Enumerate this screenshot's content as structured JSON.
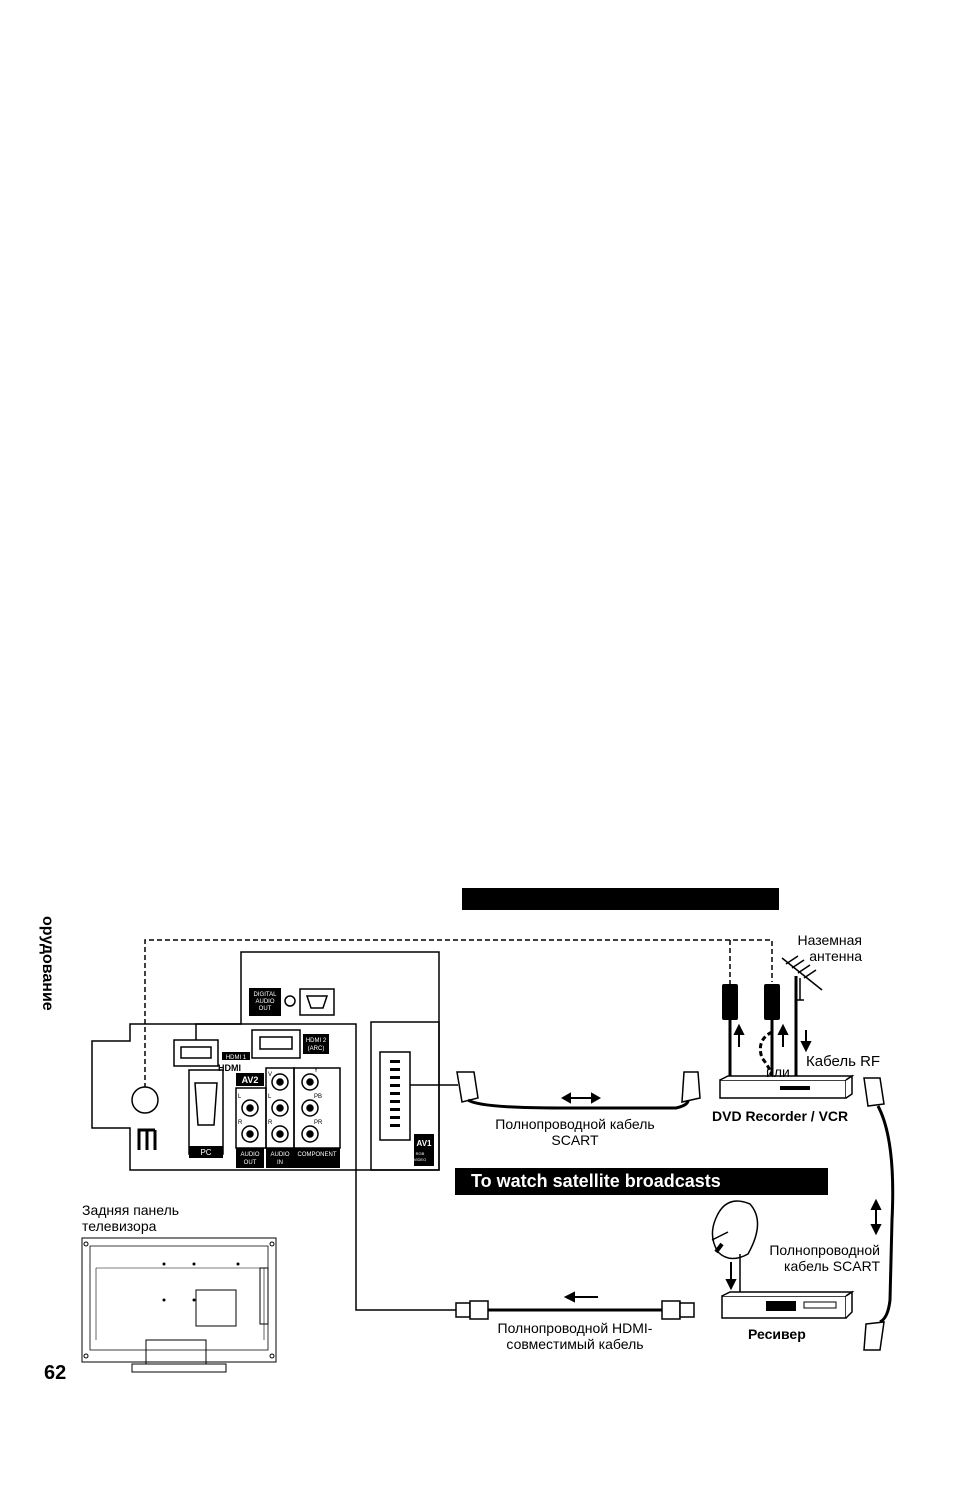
{
  "page": {
    "sidebar_label": "орудование",
    "page_number": "62"
  },
  "sections": {
    "satellite_title": "To watch satellite broadcasts"
  },
  "labels": {
    "antenna": [
      "Наземная",
      "антенна"
    ],
    "rf_cable": "Кабель RF",
    "or": "или",
    "dvd_recorder": "DVD Recorder / VCR",
    "scart_cable_1": [
      "Полнопроводной кабель",
      "SCART"
    ],
    "scart_cable_2": [
      "Полнопроводной",
      "кабель SCART"
    ],
    "hdmi_cable": [
      "Полнопроводной HDMI-",
      "совместимый кабель"
    ],
    "receiver": "Ресивер",
    "tv_back_panel": [
      "Задняя панель",
      "телевизора"
    ]
  },
  "panel_labels": {
    "digital_audio_out": [
      "DIGITAL",
      "AUDIO",
      "OUT"
    ],
    "hdmi1": "HDMI 1",
    "hdmi2": [
      "HDMI 2",
      "(ARC)"
    ],
    "hdmi_logo": "HDMI",
    "av2": "AV2",
    "pc": "PC",
    "audio_out": [
      "AUDIO",
      "OUT"
    ],
    "audio_in": [
      "AUDIO",
      "IN"
    ],
    "component": "COMPONENT",
    "av1": "AV1",
    "av1_sub": [
      "RGB",
      "VIDEO"
    ],
    "jack_v": "V",
    "jack_l": "L",
    "jack_r": "R",
    "jack_y": "Y",
    "jack_pb": "PB",
    "jack_pr": "PR"
  }
}
